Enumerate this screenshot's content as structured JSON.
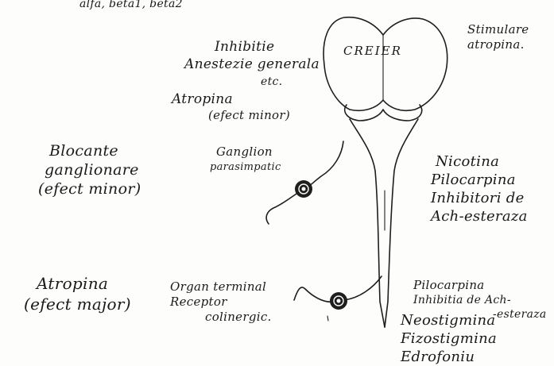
{
  "top_note": "alfa, beta1, beta2",
  "brain_label": "CREIER",
  "stimulare": [
    "Stimulare",
    "atropina."
  ],
  "inhibitie": [
    "Inhibitie",
    "Anestezie generala",
    "etc.",
    "Atropina",
    "(efect minor)"
  ],
  "blocante": [
    "Blocante",
    "ganglionare",
    "(efect minor)"
  ],
  "ganglion": [
    "Ganglion",
    "parasimpatic"
  ],
  "nicotina": [
    "Nicotina",
    "Pilocarpina",
    "Inhibitori de",
    "Ach-esteraza"
  ],
  "atropina_major": [
    "Atropina",
    "(efect major)"
  ],
  "organ": [
    "Organ terminal",
    "Receptor",
    "colinergic."
  ],
  "pilocarpina": [
    "Pilocarpina",
    "Inhibitia de Ach-",
    "-esteraza"
  ],
  "drugs_bottom": [
    "Neostigmina",
    "Fizostigmina",
    "Edrofoniu"
  ],
  "colors": {
    "ink": "#1e1e1e",
    "paper": "#fdfdfb"
  }
}
